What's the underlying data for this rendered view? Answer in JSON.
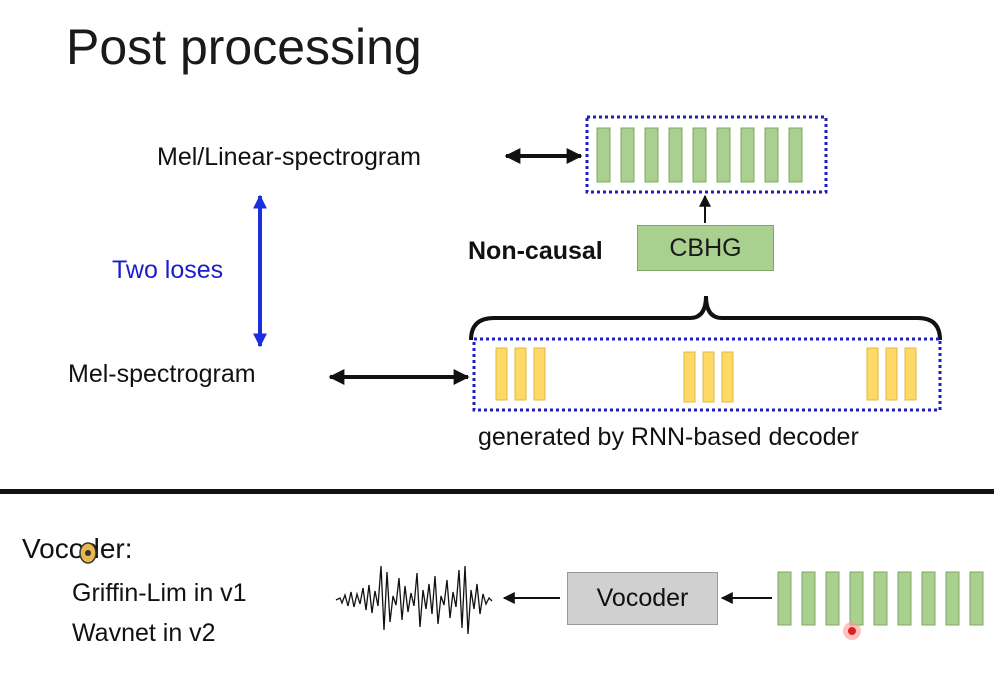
{
  "slide": {
    "title": "Post processing"
  },
  "top": {
    "mel_linear_label": "Mel/Linear-spectrogram",
    "two_losses_label": "Two loses",
    "mel_label": "Mel-spectrogram",
    "non_causal_label": "Non-causal",
    "cbhg_label": "CBHG",
    "decoder_caption": "generated by RNN-based decoder"
  },
  "bottom": {
    "vocoder_heading": "Vocoder:",
    "item_v1": "Griffin-Lim in v1",
    "item_v2": "Wavnet in v2",
    "vocoder_box_label": "Vocoder"
  },
  "colors": {
    "green_bar": "#a9d08e",
    "yellow_bar": "#ffd966",
    "dotted_border": "#1f1fbf",
    "blue_arrow": "#1a2ee0",
    "accent_text": "#1c1ccf"
  }
}
